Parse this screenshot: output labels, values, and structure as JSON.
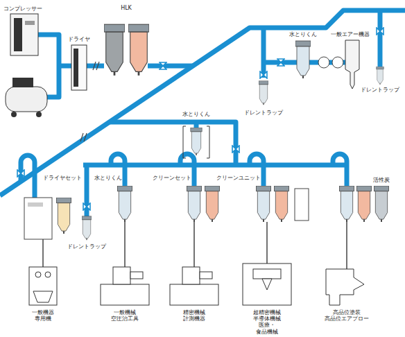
{
  "diagram": {
    "labels": [
      "コンプレッサー",
      "ドライヤ",
      "HLK",
      "水とりくん",
      "一般エアー機器",
      "ドレントラップ",
      "ドレントラップ",
      "水とりくん",
      "ドライヤセット",
      "水とりくん",
      "クリーンセット",
      "クリーンユニット",
      "活性炭",
      "ドレントラップ",
      "一般機器 専用機",
      "一般機械 空圧治工具",
      "精密機械 計測機器",
      "超精密機械 半導体機械 医療・食品機械",
      "高品位塗装 高品位エアブロー"
    ]
  }
}
